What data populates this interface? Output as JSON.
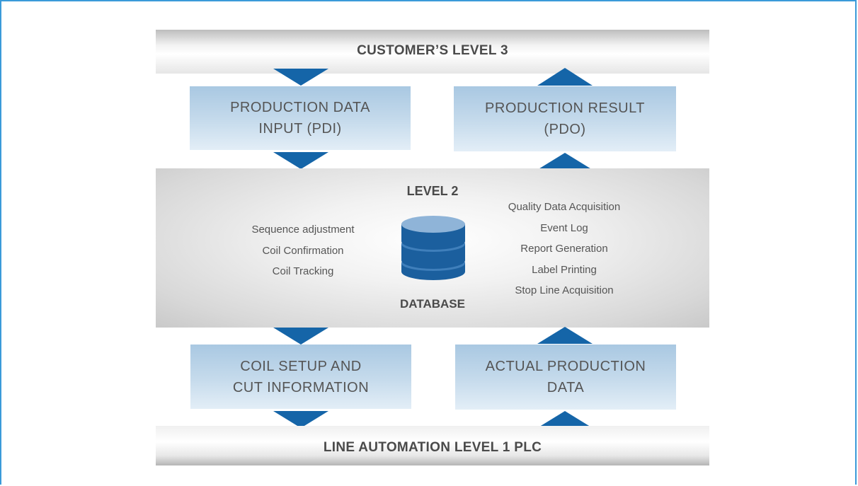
{
  "top_band": {
    "label": "CUSTOMER’S LEVEL 3"
  },
  "boxes": {
    "pdi": {
      "line1": "PRODUCTION DATA",
      "line2": "INPUT (PDI)"
    },
    "pdo": {
      "line1": "PRODUCTION RESULT",
      "line2": "(PDO)"
    },
    "coil_setup": {
      "line1": "COIL SETUP AND",
      "line2": "CUT INFORMATION"
    },
    "actual_production": {
      "line1": "ACTUAL PRODUCTION",
      "line2": "DATA"
    }
  },
  "level2": {
    "title": "LEVEL 2",
    "left_items": [
      "Sequence adjustment",
      "Coil Confirmation",
      "Coil Tracking"
    ],
    "right_items": [
      "Quality Data Acquisition",
      "Event Log",
      "Report Generation",
      "Label Printing",
      "Stop Line Acquisition"
    ],
    "database_label": "DATABASE"
  },
  "bottom_band": {
    "label": "LINE AUTOMATION LEVEL 1 PLC"
  },
  "colors": {
    "arrow": "#1565a8",
    "box_top": "#a9c8e2",
    "box_bottom": "#e3eef7",
    "db_dark": "#1b5f9e",
    "db_light": "#7fa9d1",
    "frame": "#3a9ad9"
  },
  "icons": {
    "database": "database-cylinder-icon",
    "down_arrow": "down-triangle-arrow",
    "up_arrow": "up-triangle-arrow"
  }
}
